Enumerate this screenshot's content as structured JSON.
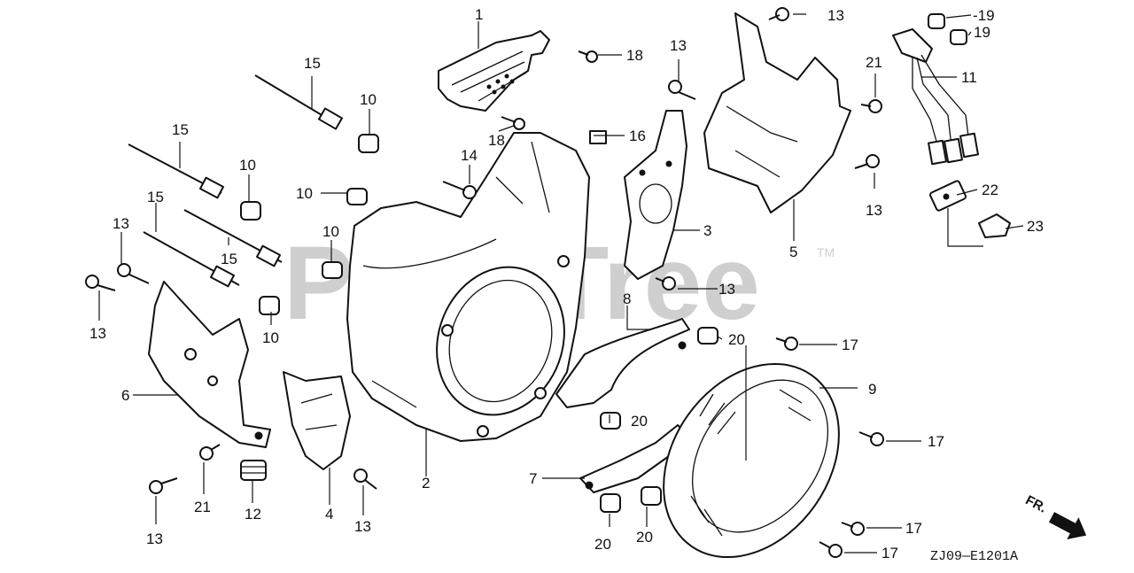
{
  "watermark": {
    "text": "PartsTree",
    "trademark": "TM"
  },
  "diagram_code": "ZJ09—E1201A",
  "direction_label": "FR.",
  "callouts": {
    "c1": "1",
    "c2": "2",
    "c3": "3",
    "c4": "4",
    "c5": "5",
    "c6": "6",
    "c7": "7",
    "c8": "8",
    "c9": "9",
    "c10a": "10",
    "c10b": "10",
    "c10c": "10",
    "c10d": "10",
    "c10e": "10",
    "c11": "11",
    "c12": "12",
    "c13a": "13",
    "c13b": "13",
    "c13c": "13",
    "c13d": "13",
    "c13e": "13",
    "c13f": "13",
    "c13g": "13",
    "c13h": "13",
    "c14": "14",
    "c15a": "15",
    "c15b": "15",
    "c15c": "15",
    "c15d": "15",
    "c16": "16",
    "c17a": "17",
    "c17b": "17",
    "c17c": "17",
    "c17d": "17",
    "c18a": "18",
    "c18b": "18",
    "c19a": "-19",
    "c19b": "19",
    "c20a": "20",
    "c20b": "20",
    "c20c": "20",
    "c20d": "20",
    "c21a": "21",
    "c21b": "21",
    "c22": "22",
    "c23": "23"
  }
}
